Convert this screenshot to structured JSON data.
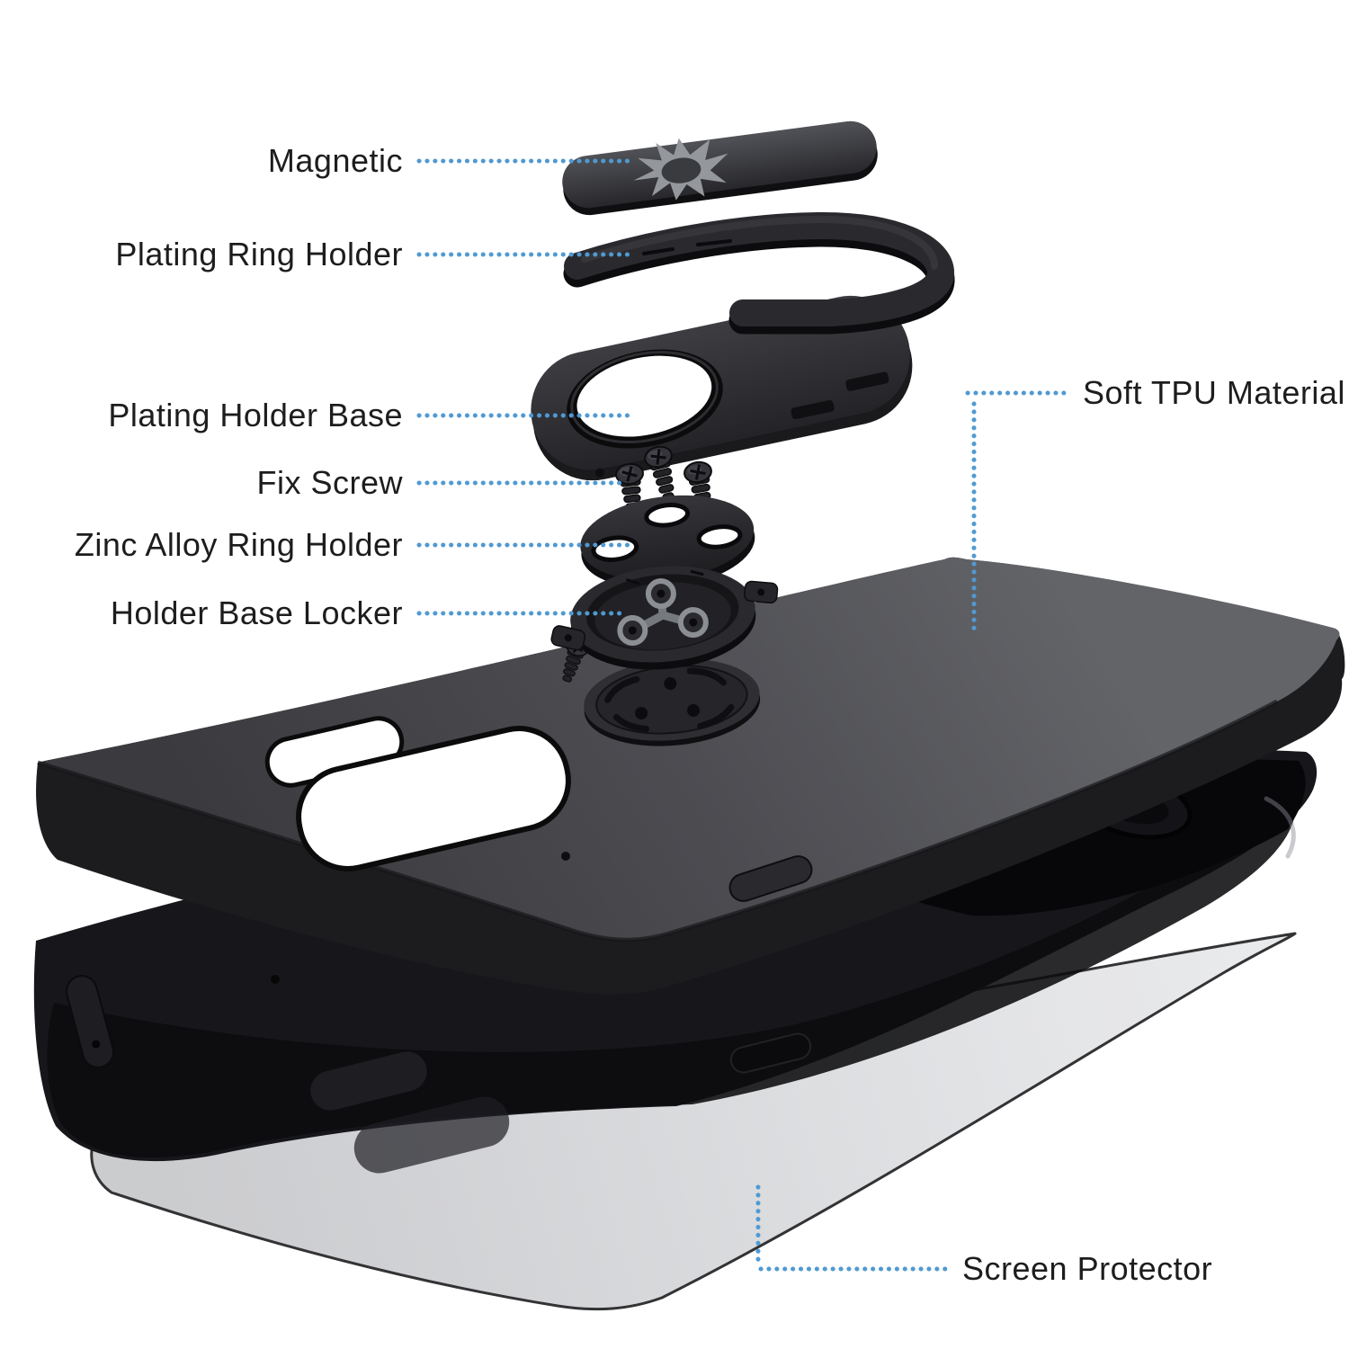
{
  "page": {
    "background": "#ffffff"
  },
  "diagram": {
    "type": "exploded-product-diagram",
    "subject": "magnetic-ring-holder-phone-case-kit",
    "accent_color": "#4f9ad3",
    "label_color": "#1d1d1d",
    "colors": {
      "case_top": "#4b4c50",
      "phone_body": "#121216",
      "screen_protector": "#d9dadc",
      "metal_parts": "#26262a",
      "logo": "#94979b",
      "background": "#ffffff"
    },
    "labels": [
      {
        "id": "magnetic",
        "text": "Magnetic",
        "side": "left"
      },
      {
        "id": "plating-ring-holder",
        "text": "Plating Ring Holder",
        "side": "left"
      },
      {
        "id": "plating-holder-base",
        "text": "Plating Holder Base",
        "side": "left"
      },
      {
        "id": "fix-screw",
        "text": "Fix Screw",
        "side": "left"
      },
      {
        "id": "zinc-alloy-ring-holder",
        "text": "Zinc Alloy Ring Holder",
        "side": "left"
      },
      {
        "id": "holder-base-locker",
        "text": "Holder Base Locker",
        "side": "left"
      },
      {
        "id": "soft-tpu-material",
        "text": "Soft TPU Material",
        "side": "right"
      },
      {
        "id": "screen-protector",
        "text": "Screen Protector",
        "side": "right"
      }
    ]
  }
}
